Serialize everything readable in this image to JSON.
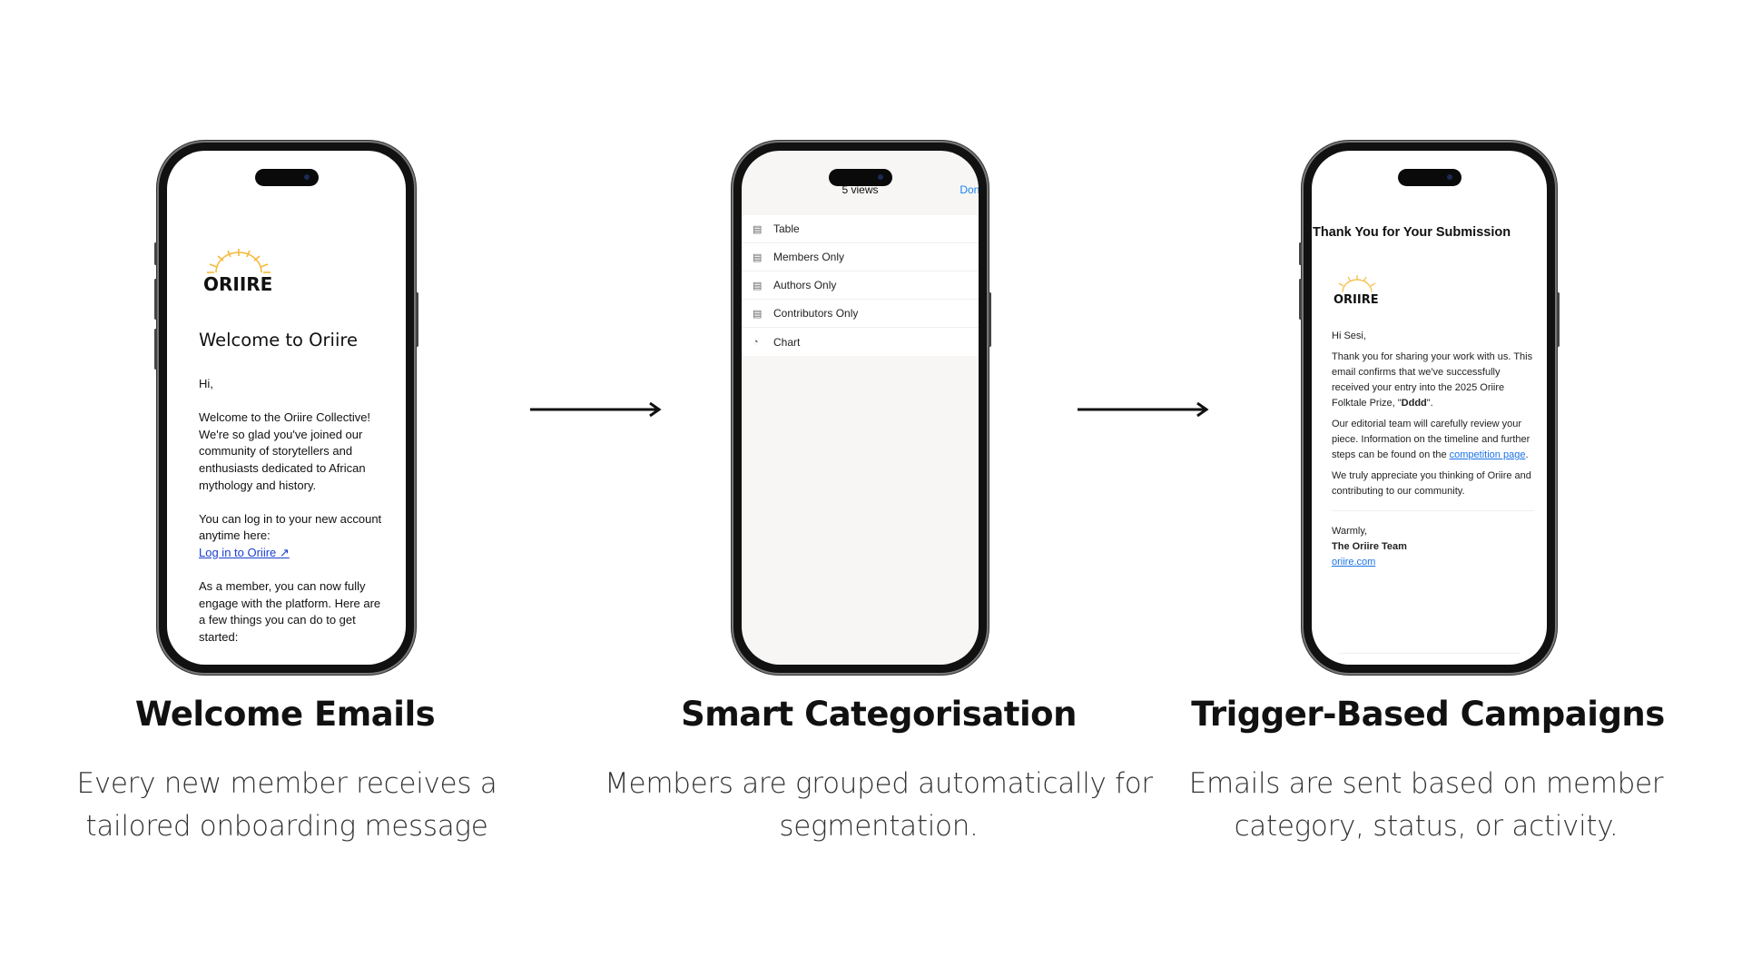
{
  "panels": [
    {
      "title": "Welcome Emails",
      "desc1": "Every new member receives a",
      "desc2": "tailored onboarding message"
    },
    {
      "title": "Smart Categorisation",
      "desc1": "Members are grouped automatically for",
      "desc2": "segmentation."
    },
    {
      "title": "Trigger-Based Campaigns",
      "desc1": "Emails are sent based on member",
      "desc2": "category, status, or activity."
    }
  ],
  "welcome_email": {
    "logo": "ORIIRE",
    "heading": "Welcome to Oriire",
    "greeting": "Hi,",
    "para1": "Welcome to the Oriire Collective! We're so glad you've joined our community of storytellers and enthusiasts dedicated to African mythology and history.",
    "para2": "You can log in to your new account anytime here:",
    "link": "Log in to Oriire ↗",
    "para3": "As a member, you can now fully engage with the platform. Here are a few things you can do to get started:"
  },
  "views_sheet": {
    "title": "5 views",
    "done": "Done",
    "items": [
      {
        "label": "Table",
        "icon": "table-icon"
      },
      {
        "label": "Members Only",
        "icon": "table-icon"
      },
      {
        "label": "Authors Only",
        "icon": "table-icon"
      },
      {
        "label": "Contributors Only",
        "icon": "table-icon"
      },
      {
        "label": "Chart",
        "icon": "chart-icon"
      }
    ]
  },
  "submission_email": {
    "heading": "Thank You for Your Submission",
    "logo": "ORIIRE",
    "greeting": "Hi Sesi,",
    "para1": "Thank you for sharing your work with us. This email confirms that we've successfully received your entry into the 2025 Oriire Folktale Prize, \"",
    "entry": "Dddd",
    "para1_end": "\".",
    "para2": "Our editorial team will carefully review your piece. Information on the timeline and further steps can be found on the ",
    "link": "competition page",
    "para3": "We truly appreciate you thinking of Oriire and contributing to our community.",
    "signoff": "Warmly,",
    "team": "The Oriire Team",
    "site": "oriire.com"
  }
}
